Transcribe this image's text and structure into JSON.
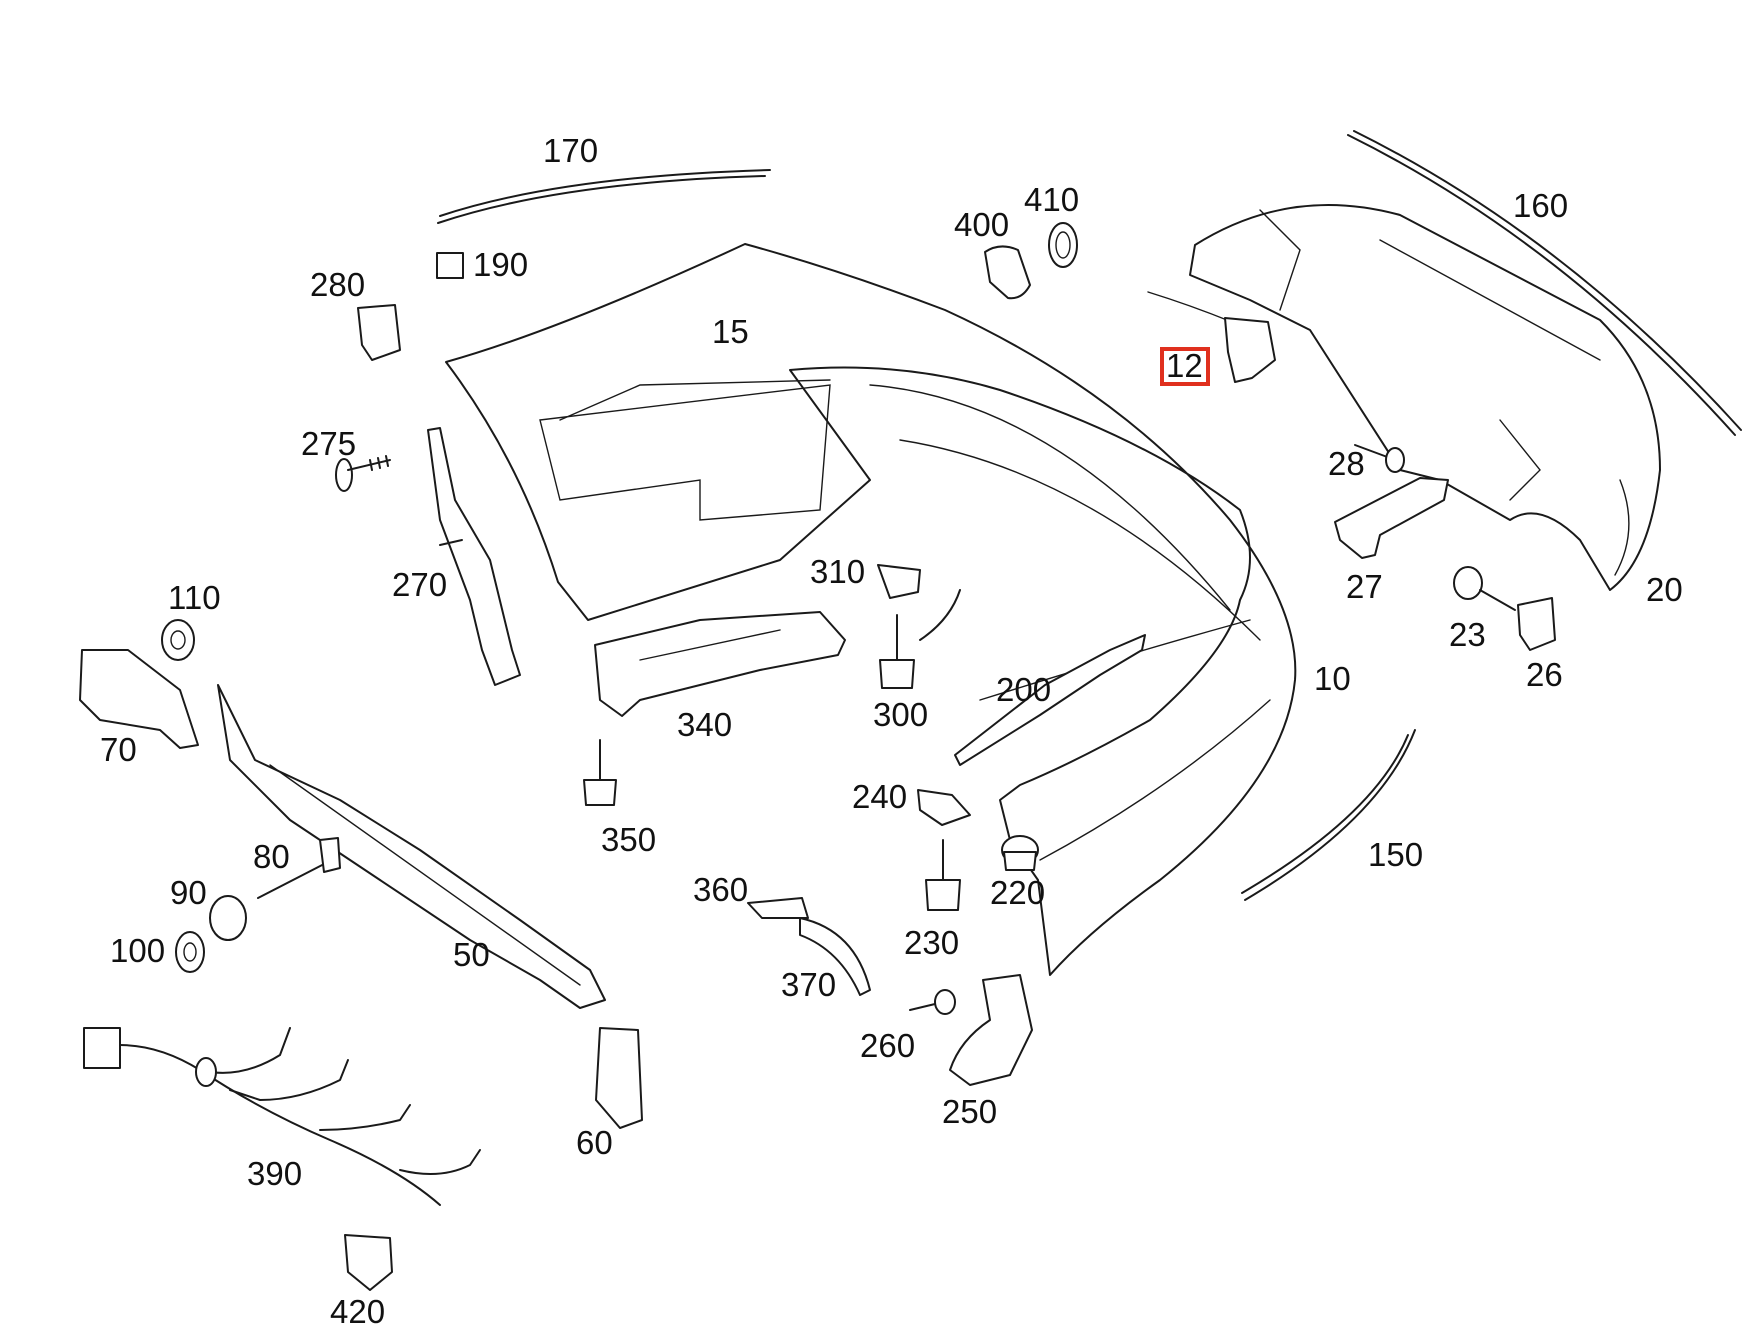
{
  "highlight_color": "#e0301e",
  "highlighted_part": "12",
  "labels": {
    "p10": "10",
    "p12": "12",
    "p15": "15",
    "p20": "20",
    "p23": "23",
    "p26": "26",
    "p27": "27",
    "p28": "28",
    "p50": "50",
    "p60": "60",
    "p70": "70",
    "p80": "80",
    "p90": "90",
    "p100": "100",
    "p110": "110",
    "p150": "150",
    "p160": "160",
    "p170": "170",
    "p190": "190",
    "p200": "200",
    "p220": "220",
    "p230": "230",
    "p240": "240",
    "p250": "250",
    "p260": "260",
    "p270": "270",
    "p275": "275",
    "p280": "280",
    "p300": "300",
    "p310": "310",
    "p340": "340",
    "p350": "350",
    "p360": "360",
    "p370": "370",
    "p390": "390",
    "p400": "400",
    "p410": "410",
    "p420": "420"
  }
}
